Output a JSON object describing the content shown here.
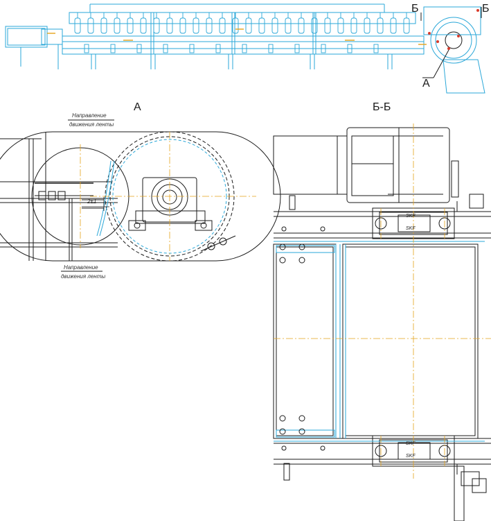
{
  "labels": {
    "view_a_title": "А",
    "view_bb_title": "Б-Б",
    "section_mark_left": "Б",
    "section_mark_right": "Б",
    "callout_a": "А",
    "direction_top_line1": "Направление",
    "direction_top_line2": "движения ленты",
    "direction_bottom_line1": "Направление",
    "direction_bottom_line2": "движения ленты",
    "clearance_dim": "2±1",
    "bearing_brand_top_1": "SKF",
    "bearing_brand_top_2": "SKF",
    "bearing_brand_bottom_1": "SKF",
    "bearing_brand_bottom_2": "SKF"
  },
  "colors": {
    "frame": "#2aa7d8",
    "line": "#1a1a1a",
    "center": "#e5a21a",
    "hatch": "#7a7a7a",
    "accent": "#d93b2b"
  }
}
